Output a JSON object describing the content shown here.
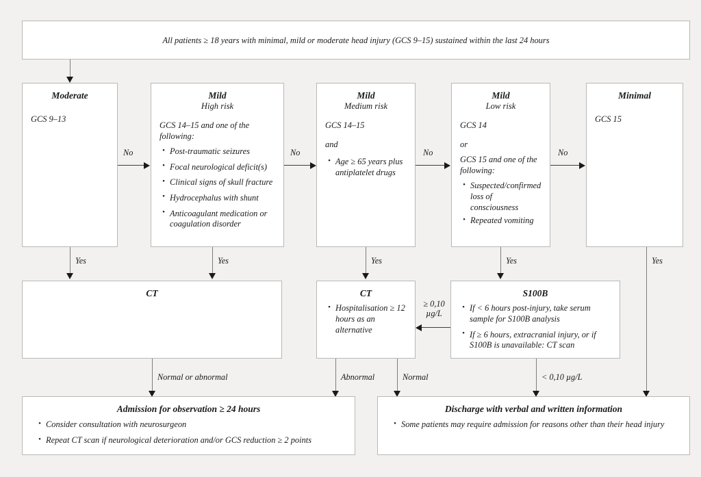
{
  "diagram": {
    "title": "Head injury management flowchart",
    "background_color": "#f2f1ef",
    "box_fill": "#ffffff",
    "box_border_color": "#b9b8b6",
    "connector_color": "#7d7c7a"
  },
  "entry": {
    "text": "All patients ≥ 18 years with minimal, mild or moderate head injury (GCS 9–15) sustained within the last 24 hours"
  },
  "severity_boxes": [
    {
      "id": "moderate",
      "title": "Moderate",
      "subtitle": "",
      "lead": "GCS 9–13",
      "second_lead": "",
      "third_lead": "",
      "bullets": []
    },
    {
      "id": "mild-high",
      "title": "Mild",
      "subtitle": "High risk",
      "lead": "GCS 14–15 and one of the following:",
      "second_lead": "",
      "third_lead": "",
      "bullets": [
        "Post-traumatic seizures",
        "Focal neurological deficit(s)",
        "Clinical signs of skull fracture",
        "Hydrocephalus with shunt",
        "Anticoagulant medication or coagulation disorder"
      ]
    },
    {
      "id": "mild-medium",
      "title": "Mild",
      "subtitle": "Medium risk",
      "lead": "GCS 14–15",
      "second_lead": "and",
      "third_lead": "",
      "bullets": [
        "Age ≥ 65 years plus antiplatelet drugs"
      ]
    },
    {
      "id": "mild-low",
      "title": "Mild",
      "subtitle": "Low risk",
      "lead": "GCS 14",
      "second_lead": "or",
      "third_lead": "GCS 15 and one of the following:",
      "bullets": [
        "Suspected/confirmed loss of consciousness",
        "Repeated vomiting"
      ]
    },
    {
      "id": "minimal",
      "title": "Minimal",
      "subtitle": "",
      "lead": "GCS 15",
      "second_lead": "",
      "third_lead": "",
      "bullets": []
    }
  ],
  "action_boxes": [
    {
      "id": "ct-left",
      "title": "CT",
      "bullets": []
    },
    {
      "id": "ct-middle",
      "title": "CT",
      "bullets": [
        "Hospitalisation ≥ 12 hours as an alternative"
      ]
    },
    {
      "id": "s100b",
      "title": "S100B",
      "bullets": [
        "If < 6 hours post-injury, take serum sample for S100B analysis",
        "If ≥ 6 hours, extracranial injury, or if S100B is unavailable: CT scan"
      ]
    }
  ],
  "outcome_boxes": [
    {
      "id": "admission",
      "title": "Admission for observation ≥ 24 hours",
      "bullets": [
        "Consider consultation with neurosurgeon",
        "Repeat CT scan if neurological deterioration and/or GCS reduction ≥ 2 points"
      ]
    },
    {
      "id": "discharge",
      "title": "Discharge with verbal and written information",
      "bullets": [
        "Some patients may require admission for reasons other than their head injury"
      ]
    }
  ],
  "edge_labels": {
    "no_1": "No",
    "no_2": "No",
    "no_3": "No",
    "no_4": "No",
    "yes_1": "Yes",
    "yes_2": "Yes",
    "yes_3": "Yes",
    "yes_4": "Yes",
    "yes_5": "Yes",
    "s100b_positive": "≥ 0,10 µg/L",
    "s100b_negative": "< 0,10 µg/L",
    "ct_left_result": "Normal or abnormal",
    "ct_mid_abnormal": "Abnormal",
    "ct_mid_normal": "Normal"
  }
}
